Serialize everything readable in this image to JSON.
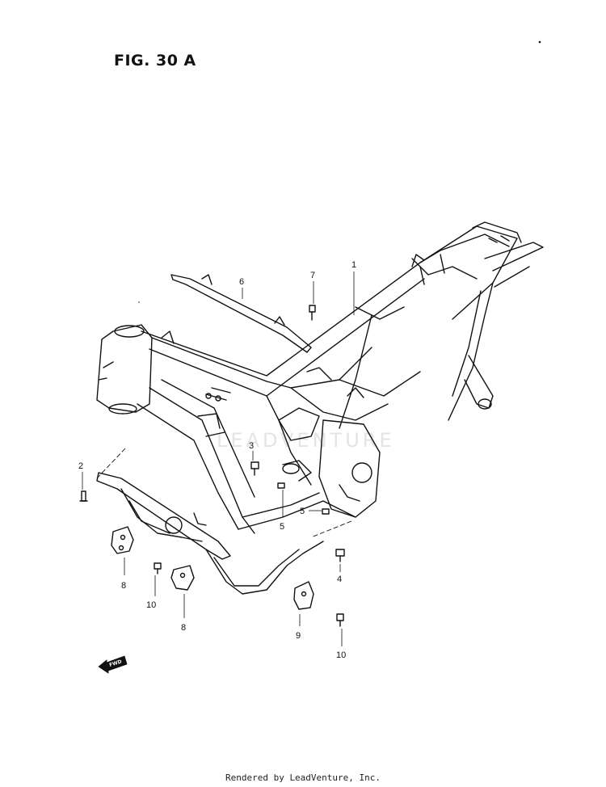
{
  "figure": {
    "title": "FIG. 30 A"
  },
  "callouts": [
    "1",
    "2",
    "3",
    "4",
    "5",
    "5",
    "6",
    "7",
    "8",
    "8",
    "9",
    "10",
    "10"
  ],
  "fwd_indicator": {
    "label": "FWD"
  },
  "watermark": {
    "text": "LEADVENTURE"
  },
  "footer": {
    "text": "Rendered by LeadVenture, Inc."
  }
}
